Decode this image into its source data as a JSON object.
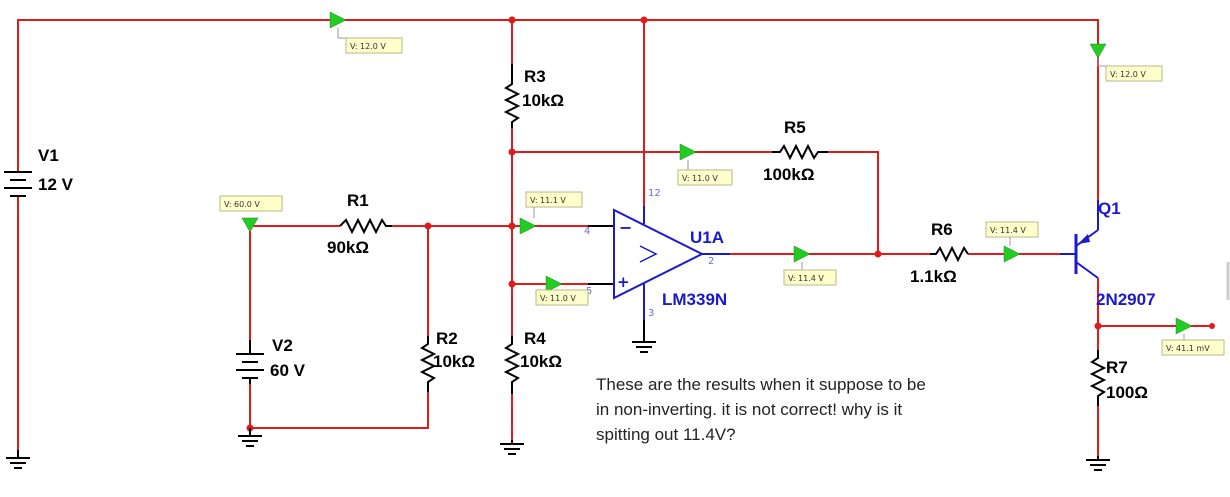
{
  "components": {
    "V1": {
      "name": "V1",
      "value": "12 V"
    },
    "V2": {
      "name": "V2",
      "value": "60 V"
    },
    "R1": {
      "name": "R1",
      "value": "90kΩ"
    },
    "R2": {
      "name": "R2",
      "value": "10kΩ"
    },
    "R3": {
      "name": "R3",
      "value": "10kΩ"
    },
    "R4": {
      "name": "R4",
      "value": "10kΩ"
    },
    "R5": {
      "name": "R5",
      "value": "100kΩ"
    },
    "R6": {
      "name": "R6",
      "value": "1.1kΩ"
    },
    "R7": {
      "name": "R7",
      "value": "100Ω"
    },
    "U1A": {
      "name": "U1A",
      "part": "LM339N"
    },
    "Q1": {
      "name": "Q1",
      "part": "2N2907"
    }
  },
  "pins": {
    "inv": "4",
    "noninv": "5",
    "out": "2",
    "vcc": "12",
    "gnd": "3"
  },
  "probes": {
    "top": "V: 12.0 V",
    "q1_emitter": "V: 12.0 V",
    "v2": "V: 60.0 V",
    "inv_input": "V: 11.1 V",
    "r5_node": "V: 11.0 V",
    "noninv_input": "V: 11.0 V",
    "output": "V: 11.4 V",
    "q1_base": "V: 11.4 V",
    "q1_collector": "V: 41.1 mV"
  },
  "note": {
    "line1": "These are  the results when it suppose to be",
    "line2": "in non-inverting. it is not correct! why is it",
    "line3": "spitting out 11.4V?"
  },
  "colors": {
    "wire": "#e01b1b",
    "component": "#000000",
    "opamp": "#1a1acc",
    "probe_arrow": "#22cc22",
    "probe_box": "#ffffcc"
  }
}
